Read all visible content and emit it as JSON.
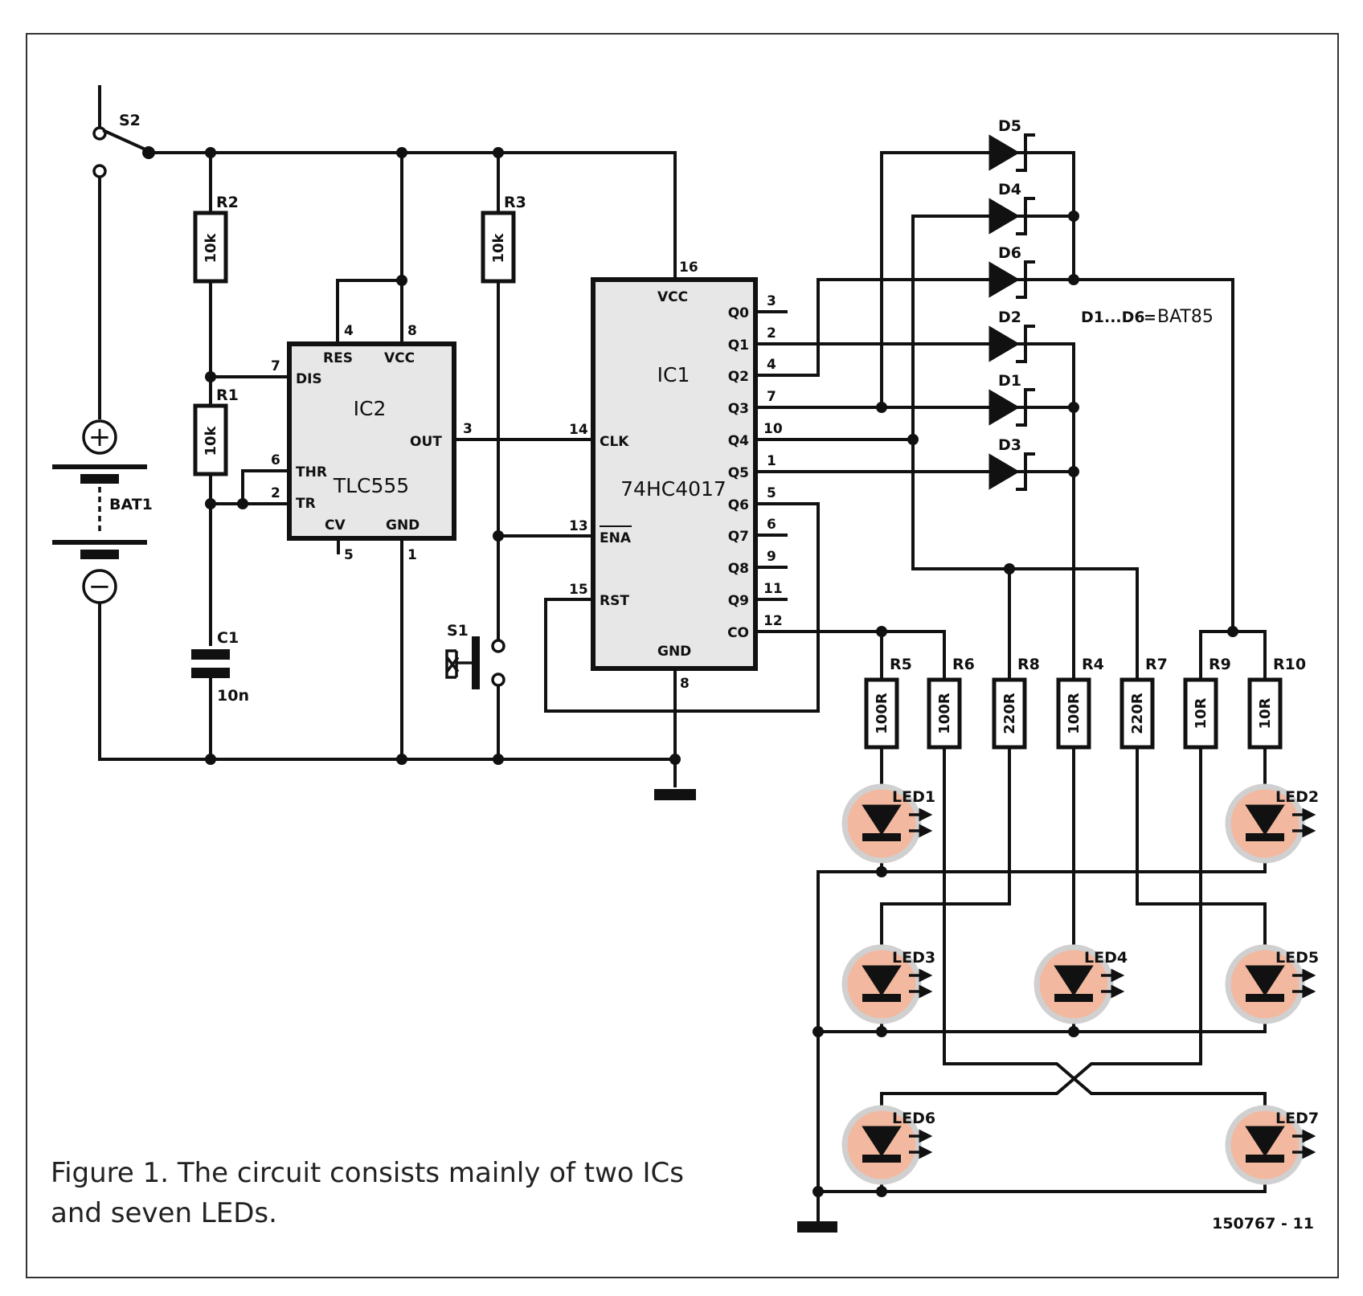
{
  "caption": {
    "line1": "Figure 1. The circuit consists mainly of two ICs",
    "line2": "and seven LEDs."
  },
  "figure_code": "150767 - 11",
  "diode_note": {
    "part": "D1...D6",
    "eq": "=",
    "value": "BAT85"
  },
  "switches": {
    "s1": "S1",
    "s2": "S2"
  },
  "battery": {
    "name": "BAT1",
    "plus": "+",
    "minus": "−"
  },
  "capacitor": {
    "name": "C1",
    "value": "10n"
  },
  "resistors": [
    {
      "name": "R1",
      "value": "10k"
    },
    {
      "name": "R2",
      "value": "10k"
    },
    {
      "name": "R3",
      "value": "10k"
    },
    {
      "name": "R5",
      "value": "100R"
    },
    {
      "name": "R6",
      "value": "100R"
    },
    {
      "name": "R8",
      "value": "220R"
    },
    {
      "name": "R4",
      "value": "100R"
    },
    {
      "name": "R7",
      "value": "220R"
    },
    {
      "name": "R9",
      "value": "10R"
    },
    {
      "name": "R10",
      "value": "10R"
    }
  ],
  "diodes": [
    "D5",
    "D4",
    "D6",
    "D2",
    "D1",
    "D3"
  ],
  "leds": [
    "LED1",
    "LED2",
    "LED3",
    "LED4",
    "LED5",
    "LED6",
    "LED7"
  ],
  "ic2": {
    "name": "IC2",
    "type": "TLC555",
    "pins": {
      "res": "RES",
      "vcc": "VCC",
      "dis": "DIS",
      "out": "OUT",
      "thr": "THR",
      "tr": "TR",
      "cv": "CV",
      "gnd": "GND"
    },
    "numbers": {
      "res": "4",
      "vcc": "8",
      "dis": "7",
      "out": "3",
      "thr": "6",
      "tr": "2",
      "cv": "5",
      "gnd": "1"
    }
  },
  "ic1": {
    "name": "IC1",
    "type": "74HC4017",
    "pins": {
      "vcc": "VCC",
      "clk": "CLK",
      "ena": "ENA",
      "rst": "RST",
      "gnd": "GND",
      "q0": "Q0",
      "q1": "Q1",
      "q2": "Q2",
      "q3": "Q3",
      "q4": "Q4",
      "q5": "Q5",
      "q6": "Q6",
      "q7": "Q7",
      "q8": "Q8",
      "q9": "Q9",
      "co": "CO"
    },
    "numbers": {
      "vcc": "16",
      "clk": "14",
      "ena": "13",
      "rst": "15",
      "gnd": "8",
      "q0": "3",
      "q1": "2",
      "q2": "4",
      "q3": "7",
      "q4": "10",
      "q5": "1",
      "q6": "5",
      "q7": "6",
      "q8": "9",
      "q9": "11",
      "co": "12"
    }
  }
}
